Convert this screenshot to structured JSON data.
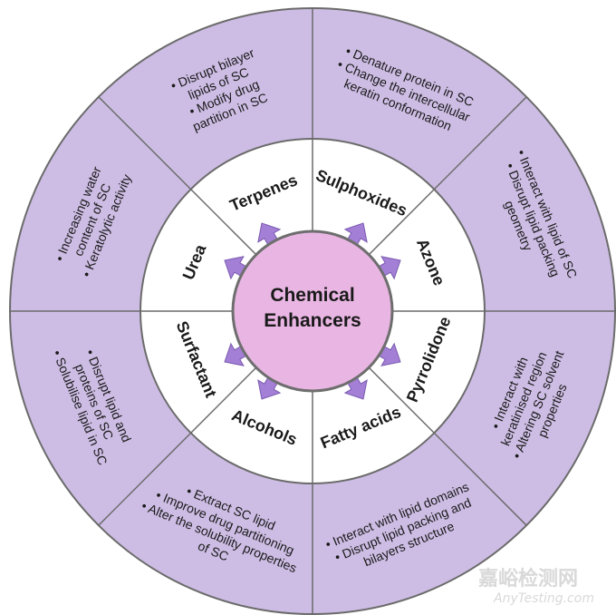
{
  "colors": {
    "outer_ring": "#cdbde4",
    "inner_ring": "#ffffff",
    "center_fill": "#e9b6e3",
    "center_border": "#6e6e6e",
    "arrow": "#a47fd6",
    "line": "#6b6b6b"
  },
  "center": {
    "line1": "Chemical",
    "line2": "Enhancers"
  },
  "segments": [
    {
      "name": "Terpenes",
      "notes": [
        "• Disrupt bilayer",
        "lipids of SC",
        "• Modify drug",
        "partition in SC"
      ]
    },
    {
      "name": "Sulphoxides",
      "notes": [
        "• Denature protein in SC",
        "• Change the intercellular",
        "keratin conformation"
      ]
    },
    {
      "name": "Azone",
      "notes": [
        "• Interact with lipid of SC",
        "• Disrupt lipid packing",
        "geometry"
      ]
    },
    {
      "name": "Pyrrolidone",
      "notes": [
        "• Interact with",
        "keratinised region",
        "• Altering SC solvent",
        "properties"
      ]
    },
    {
      "name": "Fatty acids",
      "notes": [
        "• Interact with lipid domains",
        "• Disrupt lipid packing and",
        "bilayers structure"
      ]
    },
    {
      "name": "Alcohols",
      "notes": [
        "• Extract SC lipid",
        "• Improve drug partitioning",
        "• Alter the solubility properties",
        "of SC"
      ]
    },
    {
      "name": "Surfactant",
      "notes": [
        "• Disrupt lipid and",
        "proteins of SC",
        "• Solubilise lipid in SC"
      ]
    },
    {
      "name": "Urea",
      "notes": [
        "• Increasing water",
        "content of SC",
        "• Keratolytic activity"
      ]
    }
  ],
  "watermark": {
    "line1": "嘉峪检测网",
    "line2": "AnyTesting.com"
  }
}
